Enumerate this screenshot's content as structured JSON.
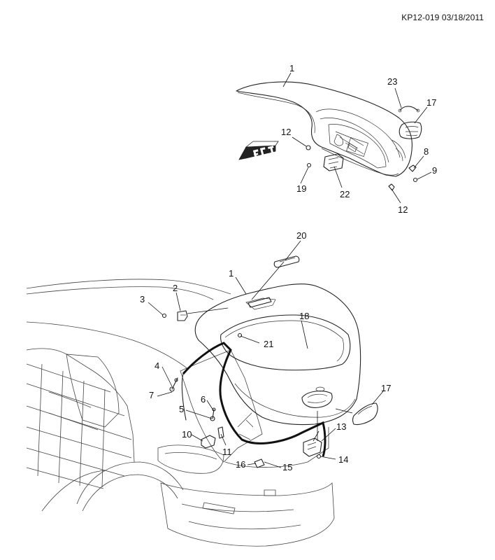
{
  "document": {
    "id_text": "KP12-019 03/18/2011"
  },
  "callouts": {
    "top": [
      {
        "id": "t1",
        "label": "1"
      },
      {
        "id": "t23",
        "label": "23"
      },
      {
        "id": "t17",
        "label": "17"
      },
      {
        "id": "t12a",
        "label": "12"
      },
      {
        "id": "t8",
        "label": "8"
      },
      {
        "id": "t9",
        "label": "9"
      },
      {
        "id": "t19",
        "label": "19"
      },
      {
        "id": "t22",
        "label": "22"
      },
      {
        "id": "t12b",
        "label": "12"
      }
    ],
    "bottom": [
      {
        "id": "b20",
        "label": "20"
      },
      {
        "id": "b1",
        "label": "1"
      },
      {
        "id": "b2",
        "label": "2"
      },
      {
        "id": "b3",
        "label": "3"
      },
      {
        "id": "b18",
        "label": "18"
      },
      {
        "id": "b21",
        "label": "21"
      },
      {
        "id": "b4",
        "label": "4"
      },
      {
        "id": "b7",
        "label": "7"
      },
      {
        "id": "b6",
        "label": "6"
      },
      {
        "id": "b5",
        "label": "5"
      },
      {
        "id": "b17",
        "label": "17"
      },
      {
        "id": "b13",
        "label": "13"
      },
      {
        "id": "b10",
        "label": "10"
      },
      {
        "id": "b11",
        "label": "11"
      },
      {
        "id": "b14",
        "label": "14"
      },
      {
        "id": "b16",
        "label": "16"
      },
      {
        "id": "b15",
        "label": "15"
      }
    ]
  }
}
